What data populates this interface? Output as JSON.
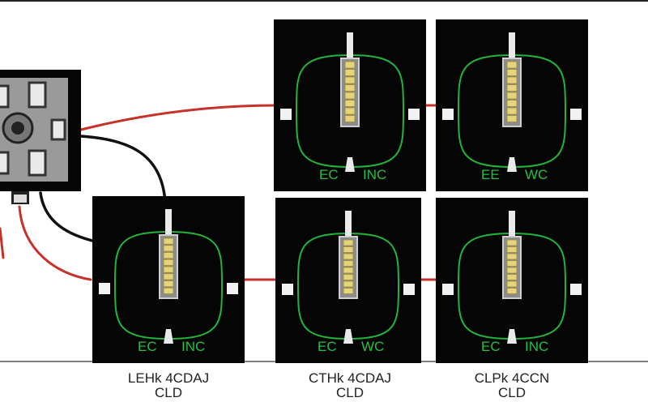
{
  "colors": {
    "module_bg": "#050505",
    "trace": "#22b43a",
    "label": "#22c046",
    "wire_red": "#c8302a",
    "wire_black": "#111111",
    "led_cell": "#e6d27a",
    "hub_body": "#9a9a9a"
  },
  "modules": [
    {
      "id": "top-center",
      "left_label": "EC",
      "right_label": "INC"
    },
    {
      "id": "top-right",
      "left_label": "EE",
      "right_label": "WC"
    },
    {
      "id": "bottom-left",
      "left_label": "EC",
      "right_label": "INC"
    },
    {
      "id": "bottom-center",
      "left_label": "EC",
      "right_label": "WC"
    },
    {
      "id": "bottom-right",
      "left_label": "EC",
      "right_label": "INC"
    }
  ],
  "captions": [
    {
      "line1": "LEHk 4CDAJ",
      "line2": "CLD"
    },
    {
      "line1": "CTHk 4CDAJ",
      "line2": "CLD"
    },
    {
      "line1": "CLPk 4CCN",
      "line2": "CLD"
    }
  ],
  "hub": {
    "icon": "connector-hub-icon"
  }
}
